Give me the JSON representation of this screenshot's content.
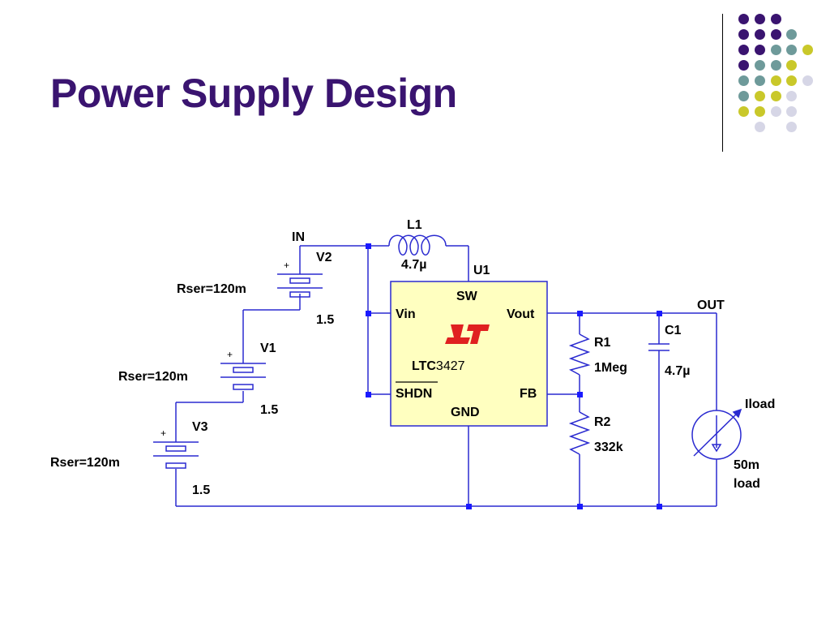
{
  "slide": {
    "title": "Power Supply Design",
    "dot_colors": [
      "#3a1470",
      "#6e9a9a",
      "#c9c82a",
      "#d6d6e6"
    ]
  },
  "schematic": {
    "in_label": "IN",
    "out_label": "OUT",
    "inductor": {
      "name": "L1",
      "value": "4.7µ"
    },
    "ic": {
      "ref": "U1",
      "part_prefix": "LTC",
      "part_number": "3427",
      "logo": "LT",
      "pins": {
        "sw": "SW",
        "vin": "Vin",
        "vout": "Vout",
        "shdn": "SHDN",
        "fb": "FB",
        "gnd": "GND"
      }
    },
    "batteries": [
      {
        "name": "V2",
        "value": "1.5",
        "rser": "Rser=120m"
      },
      {
        "name": "V1",
        "value": "1.5",
        "rser": "Rser=120m"
      },
      {
        "name": "V3",
        "value": "1.5",
        "rser": "Rser=120m"
      }
    ],
    "plus_sign": "+",
    "r1": {
      "name": "R1",
      "value": "1Meg"
    },
    "r2": {
      "name": "R2",
      "value": "332k"
    },
    "c1": {
      "name": "C1",
      "value": "4.7µ"
    },
    "load": {
      "name": "Iload",
      "value": "50m",
      "value_line2": "load"
    },
    "colors": {
      "wire": "#2a2ad0",
      "ic_fill": "#ffffc0",
      "logo": "#e02020",
      "node": "#1a1aff"
    }
  }
}
